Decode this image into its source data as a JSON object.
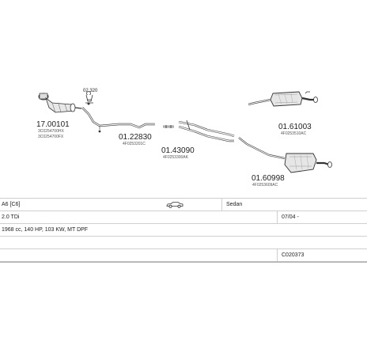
{
  "parts": [
    {
      "number": "17.00101",
      "serials": [
        "3C0254700HX",
        "3C0254700FX"
      ]
    },
    {
      "number": "02.320",
      "serials": []
    },
    {
      "number": "01.22830",
      "serials": [
        "4F0253201C"
      ]
    },
    {
      "number": "01.43090",
      "serials": [
        "4F0253300AK"
      ]
    },
    {
      "number": "01.61003",
      "serials": [
        "4F0253510AC"
      ]
    },
    {
      "number": "01.60998",
      "serials": [
        "4F0253609AC"
      ]
    }
  ],
  "vehicle": {
    "model": "A6 [C6]",
    "body_type": "Sedan",
    "engine": "2.0 TDi",
    "date": "07/04 -",
    "specs": "1968 cc, 140 HP, 103 KW, MT DPF",
    "code": "C020373",
    "icon": "car-icon"
  }
}
